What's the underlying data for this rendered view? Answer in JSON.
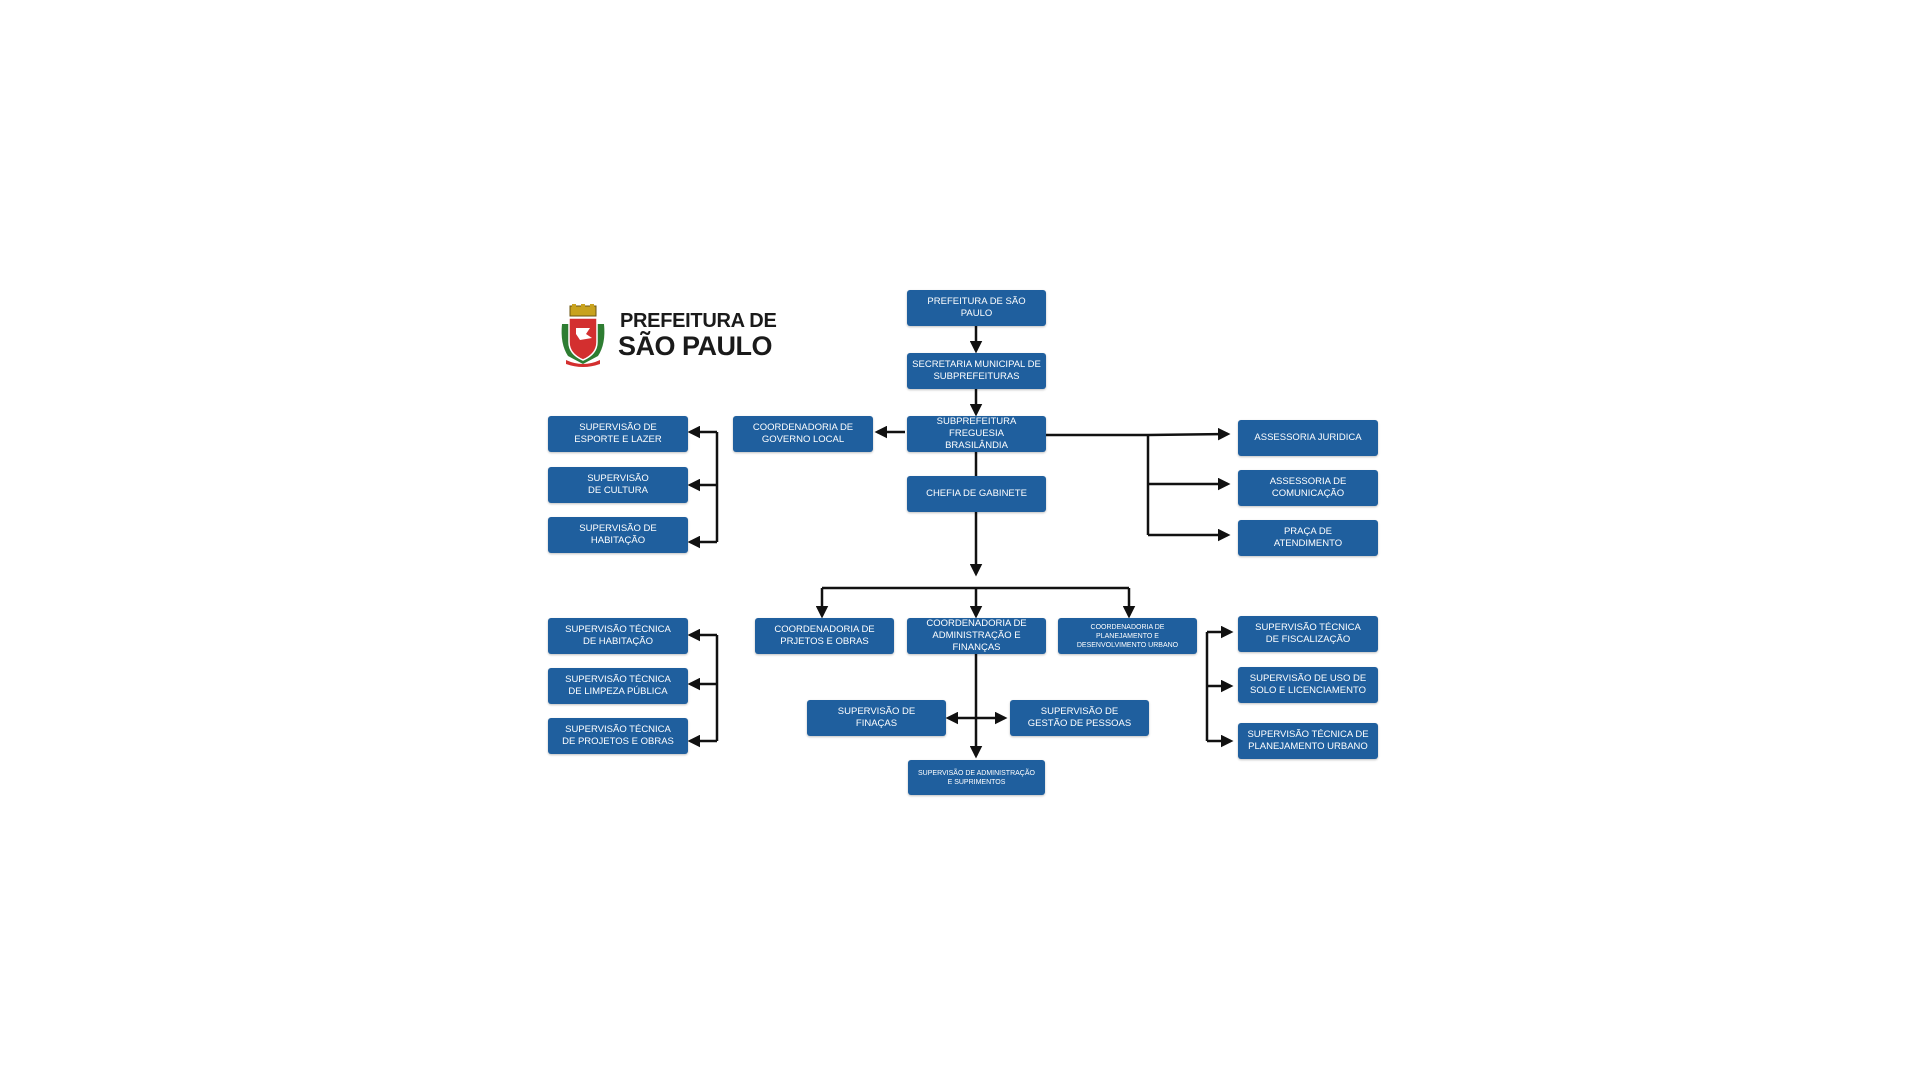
{
  "logo": {
    "line1": "PREFEITURA DE",
    "line2": "SÃO PAULO"
  },
  "colors": {
    "box": "#1f5f9e",
    "line": "#111111"
  },
  "boxes": {
    "prefeitura": "PREFEITURA DE SÃO PAULO",
    "secretaria": "SECRETARIA MUNICIPAL DE\nSUBPREFEITURAS",
    "subprefeitura": "SUBPREFEITURA FREGUESIA\nBRASILÂNDIA",
    "coord_governo": "COORDENADORIA DE\nGOVERNO LOCAL",
    "sup_esporte": "SUPERVISÃO DE\nESPORTE E LAZER",
    "sup_cultura": "SUPERVISÃO\nDE CULTURA",
    "sup_habitacao": "SUPERVISÃO DE\nHABITAÇÃO",
    "chefia": "CHEFIA DE GABINETE",
    "assessoria_juridica": "ASSESSORIA JURIDICA",
    "assessoria_comunicacao": "ASSESSORIA DE\nCOMUNICAÇÃO",
    "praca": "PRAÇA DE\nATENDIMENTO",
    "coord_projetos": "COORDENADORIA DE\nPRJETOS E OBRAS",
    "coord_admin": "COORDENADORIA DE\nADMINISTRAÇÃO E FINANÇAS",
    "coord_planejamento": "COORDENADORIA DE\nPLANEJAMENTO E\nDESENVOLVIMENTO URBANO",
    "sup_tec_habitacao": "SUPERVISÃO TÉCNICA\nDE HABITAÇÃO",
    "sup_tec_limpeza": "SUPERVISÃO TÉCNICA\nDE LIMPEZA PÚBLICA",
    "sup_tec_projetos": "SUPERVISÃO TÉCNICA\nDE PROJETOS E OBRAS",
    "sup_financas": "SUPERVISÃO DE\nFINAÇAS",
    "sup_gestao": "SUPERVISÃO DE\nGESTÃO DE PESSOAS",
    "sup_admin": "SUPERVISÃO DE ADMINISTRAÇÃO\nE SUPRIMENTOS",
    "sup_tec_fiscalizacao": "SUPERVISÃO TÉCNICA\nDE FISCALIZAÇÃO",
    "sup_uso_solo": "SUPERVISÃO DE USO DE\nSOLO E LICENCIAMENTO",
    "sup_tec_planejamento": "SUPERVISÃO TÉCNICA DE\nPLANEJAMENTO URBANO"
  }
}
